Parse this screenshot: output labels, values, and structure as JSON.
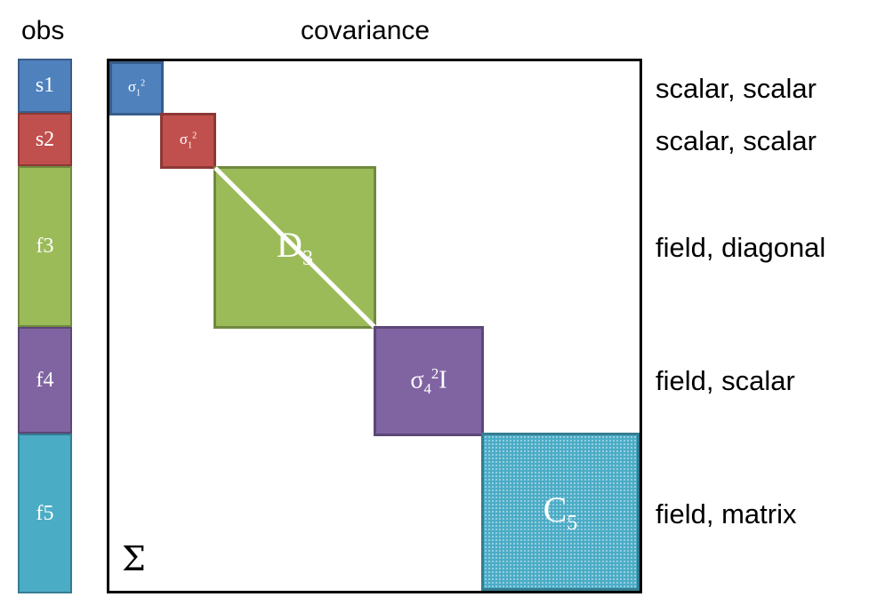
{
  "headers": {
    "obs": "obs",
    "covariance": "covariance"
  },
  "obs_segments": [
    {
      "label": "s1",
      "color": "#4f81bd"
    },
    {
      "label": "s2",
      "color": "#c0504d"
    },
    {
      "label": "f3",
      "color": "#9bbb59"
    },
    {
      "label": "f4",
      "color": "#8064a2"
    },
    {
      "label": "f5",
      "color": "#4bacc6"
    }
  ],
  "blocks": {
    "b1": {
      "base": "σ",
      "sub": "1",
      "sup": "2",
      "color": "#4f81bd"
    },
    "b2": {
      "base": "σ",
      "sub": "1",
      "sup": "2",
      "color": "#c0504d"
    },
    "b3": {
      "base": "D",
      "sub": "3",
      "color": "#9bbb59"
    },
    "b4": {
      "base": "σ",
      "sub": "4",
      "sup": "2",
      "tail": "I",
      "color": "#8064a2"
    },
    "b5": {
      "base": "C",
      "sub": "5",
      "color": "#4bacc6"
    }
  },
  "matrix_symbol": "Σ",
  "row_labels": [
    "scalar, scalar",
    "scalar, scalar",
    "field, diagonal",
    "field, scalar",
    "field, matrix"
  ]
}
